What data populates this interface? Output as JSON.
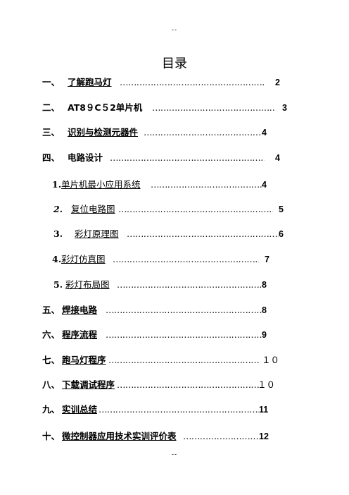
{
  "page": {
    "header_mark": "--",
    "footer_mark": "--",
    "title": "目录"
  },
  "toc": [
    {
      "num": "一、",
      "title": "了解跑马灯",
      "page": "2"
    },
    {
      "num": "二、",
      "title": "AT8９C５2单片机",
      "page": "3"
    },
    {
      "num": "三、",
      "title": "识别与检测元器件",
      "page": "4"
    },
    {
      "num": "四、",
      "title": "电路设计",
      "page": "4"
    },
    {
      "num": "1.",
      "title": "单片机最小应用系统",
      "page": "4"
    },
    {
      "num": "2.",
      "title": "复位电路图",
      "page": "5"
    },
    {
      "num": "3.",
      "title": "彩灯原理图",
      "page": "6"
    },
    {
      "num": "4.",
      "title": "彩灯仿真图",
      "page": "7"
    },
    {
      "num": "5.",
      "title": "彩灯布局图",
      "page": "8"
    },
    {
      "num": "五、",
      "title": "焊接电路",
      "page": "8"
    },
    {
      "num": "六、",
      "title": "程序流程",
      "page": "9"
    },
    {
      "num": "七、",
      "title": "跑马灯程序",
      "page": "１０"
    },
    {
      "num": "八、",
      "title": "下载调试程序",
      "page": "１０"
    },
    {
      "num": "九、",
      "title": "实训总结",
      "page": "11"
    },
    {
      "num": "十、",
      "title": "微控制器应用技术实训评价表",
      "page": "12"
    }
  ]
}
